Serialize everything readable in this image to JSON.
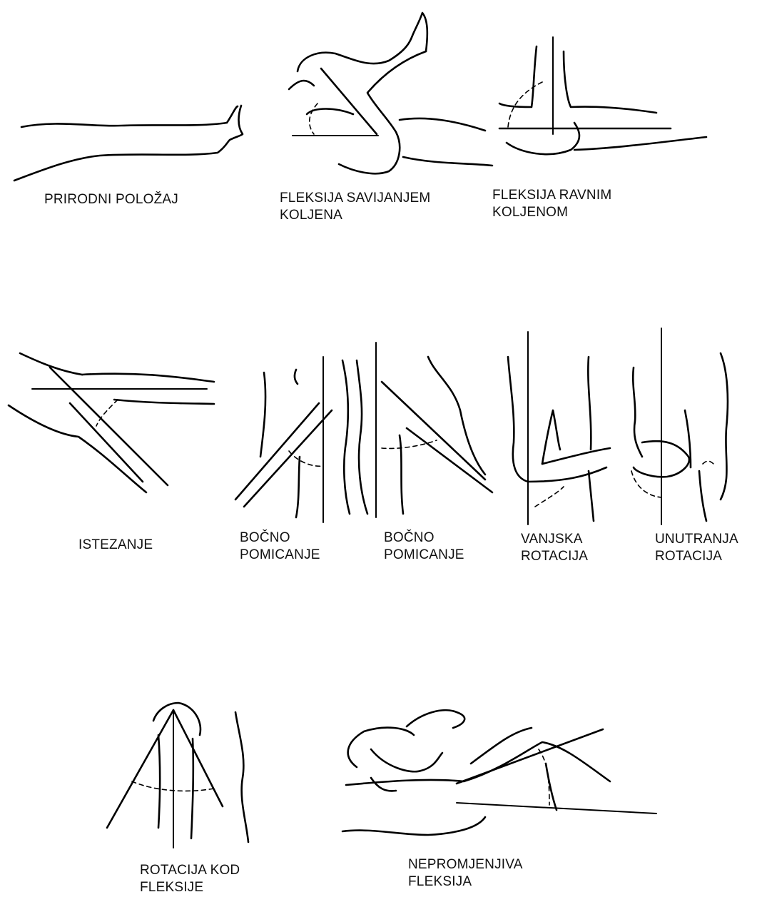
{
  "labels": {
    "natural": "PRIRODNI POLOŽAJ",
    "flex_bent": "FLEKSIJA SAVIJANJEM\nKOLJENA",
    "flex_straight": "FLEKSIJA RAVNIM\nKOLJENOM",
    "extension": "ISTEZANJE",
    "lateral_a": "BOČNO\nPOMICANJE",
    "lateral_b": "BOČNO\nPOMICANJE",
    "external": "VANJSKA\nROTACIJA",
    "internal": "UNUTRANJA\nROTACIJA",
    "rot_flex": "ROTACIJA KOD\nFLEKSIJE",
    "fixed_flex": "NEPROMJENJIVA\nFLEKSIJA"
  }
}
